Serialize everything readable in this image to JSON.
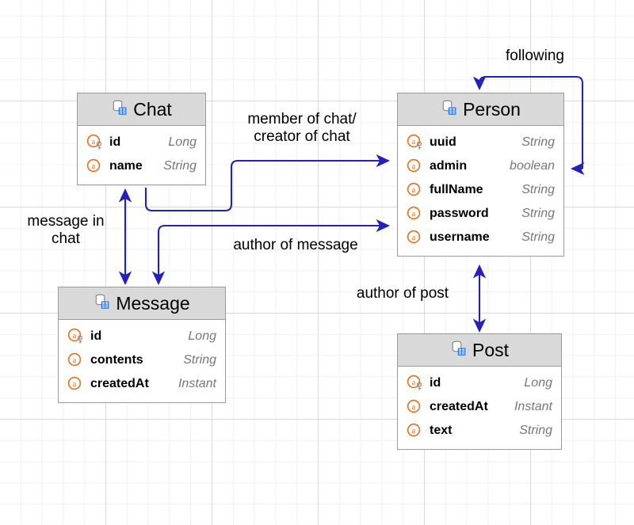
{
  "diagram": {
    "type": "entity-relationship",
    "accent_color": "#2222bb",
    "entity_header_bg": "#d9d9d9",
    "attr_icon_color": "#e8701a",
    "type_text_color": "#777777",
    "entities": [
      {
        "id": "chat",
        "name": "Chat",
        "icon": "database-table-icon",
        "attributes": [
          {
            "name": "id",
            "type": "Long",
            "icon": "primary-key-attribute-icon",
            "primary_key": true
          },
          {
            "name": "name",
            "type": "String",
            "icon": "attribute-icon",
            "primary_key": false
          }
        ]
      },
      {
        "id": "person",
        "name": "Person",
        "icon": "database-table-icon",
        "attributes": [
          {
            "name": "uuid",
            "type": "String",
            "icon": "primary-key-attribute-icon",
            "primary_key": true
          },
          {
            "name": "admin",
            "type": "boolean",
            "icon": "attribute-icon",
            "primary_key": false
          },
          {
            "name": "fullName",
            "type": "String",
            "icon": "attribute-icon",
            "primary_key": false
          },
          {
            "name": "password",
            "type": "String",
            "icon": "attribute-icon",
            "primary_key": false
          },
          {
            "name": "username",
            "type": "String",
            "icon": "attribute-icon",
            "primary_key": false
          }
        ]
      },
      {
        "id": "message",
        "name": "Message",
        "icon": "database-table-icon",
        "attributes": [
          {
            "name": "id",
            "type": "Long",
            "icon": "primary-key-attribute-icon",
            "primary_key": true
          },
          {
            "name": "contents",
            "type": "String",
            "icon": "attribute-icon",
            "primary_key": false
          },
          {
            "name": "createdAt",
            "type": "Instant",
            "icon": "attribute-icon",
            "primary_key": false
          }
        ]
      },
      {
        "id": "post",
        "name": "Post",
        "icon": "database-table-icon",
        "attributes": [
          {
            "name": "id",
            "type": "Long",
            "icon": "primary-key-attribute-icon",
            "primary_key": true
          },
          {
            "name": "createdAt",
            "type": "Instant",
            "icon": "attribute-icon",
            "primary_key": false
          },
          {
            "name": "text",
            "type": "String",
            "icon": "attribute-icon",
            "primary_key": false
          }
        ]
      }
    ],
    "relationships": [
      {
        "id": "following",
        "label": "following",
        "from": "person",
        "to": "person",
        "arrows": "one-way"
      },
      {
        "id": "member-of-chat",
        "label": "member of chat/\ncreator of chat",
        "from": "chat",
        "to": "person",
        "arrows": "one-way"
      },
      {
        "id": "message-in-chat",
        "label": "message in\nchat",
        "from": "chat",
        "to": "message",
        "arrows": "two-way"
      },
      {
        "id": "author-of-message",
        "label": "author of message",
        "from": "message",
        "to": "person",
        "arrows": "one-way"
      },
      {
        "id": "author-of-post",
        "label": "author of post",
        "from": "person",
        "to": "post",
        "arrows": "two-way"
      }
    ]
  }
}
